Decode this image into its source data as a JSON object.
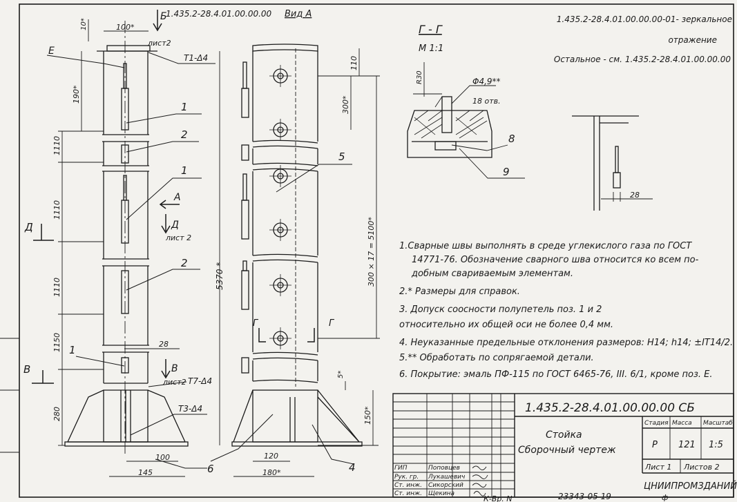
{
  "header": {
    "doc_ref": "1.435.2-28.4.01.00.00.00",
    "view_a_title": "Вид А",
    "mirror_ref": "1.435.2-28.4.01.00.00.00-01- зеркальное отражение",
    "mirror_ref_line1": "1.435.2-28.4.01.00.00.00-01- зеркальное",
    "mirror_ref_line2": "отражение",
    "rest_ref": "Остальное - см. 1.435.2-28.4.01.00.00.00"
  },
  "section": {
    "title": "Г - Г",
    "scale": "М 1:1",
    "dim_r": "R30",
    "dim_hole": "Φ4,9**",
    "hole_count": "18 отв.",
    "pos_8": "8",
    "pos_9": "9"
  },
  "detail_dim": "28",
  "elevation": {
    "label_E": "Е",
    "label_B_top": "Б",
    "sheet2_top": "лист2",
    "dim_100": "100*",
    "dim_10": "10*",
    "dim_190": "190*",
    "weld_T1": "Т1-Δ4",
    "pos_1a": "1",
    "pos_2a": "2",
    "pos_1b": "1",
    "pos_2b": "2",
    "pos_1c": "1",
    "dim_1110a": "1110",
    "dim_1110b": "1110",
    "dim_1110c": "1110",
    "dim_1150": "1150",
    "dim_280": "280",
    "dim_5370": "5370 *",
    "dim_28": "28",
    "label_A": "А",
    "label_D_left": "Д",
    "label_D": "Д",
    "sheet2_d": "лист 2",
    "label_B_left": "В",
    "label_B": "В",
    "sheet2_b": "лист2",
    "weld_T7": "Т7-Δ4",
    "weld_T3": "Т3-Δ4",
    "dim_100b": "100",
    "dim_145": "145",
    "pos_6": "6"
  },
  "view_a": {
    "dim_110": "110",
    "dim_300": "300*",
    "dim_chain": "300 × 17 = 5100*",
    "pos_5": "5",
    "label_G": "Г",
    "label_G2": "Г",
    "dim_5": "5*",
    "dim_150": "150*",
    "dim_120": "120",
    "dim_180": "180*",
    "pos_4": "4"
  },
  "notes": [
    "1.Сварные швы выполнять в среде углекислого газа по ГОСТ",
    "14771-76. Обозначение сварного шва относится ко всем по-",
    "добным свариваемым элементам.",
    "2.* Размеры для справок.",
    "3. Допуск соосности полупетель поз. 1 и 2",
    "относительно их общей оси не более 0,4 мм.",
    "4. Неуказанные предельные отклонения размеров: Н14; h14; ±IT14/2.",
    "5.** Обработать по сопрягаемой детали.",
    "6. Покрытие: эмаль ПФ-115 по ГОСТ 6465-76, III. 6/1, кроме поз. Е."
  ],
  "title_block": {
    "designation": "1.435.2-28.4.01.00.00.00 СБ",
    "name_line1": "Стойка",
    "name_line2": "Сборочный чертеж",
    "stage_h": "Стадия",
    "mass_h": "Масса",
    "scale_h": "Масштаб",
    "stage": "Р",
    "mass": "121",
    "scale": "1:5",
    "sheet": "Лист 1",
    "sheets": "Листов 2",
    "org": "ЦНИИПРОМЗДАНИЙ",
    "roles": [
      "ГИП",
      "Рук. гр.",
      "Ст. инж.",
      "Ст. инж."
    ],
    "names": [
      "Поповцев",
      "Лукашевич",
      "Сикорский",
      "Щекина"
    ]
  },
  "footer": {
    "stamp": "К-Вр. N",
    "number": "23343-05 19",
    "page": "ф"
  }
}
